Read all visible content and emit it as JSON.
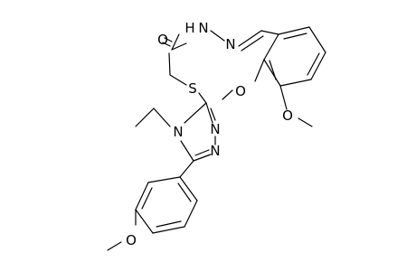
{
  "atoms": {
    "O_carbonyl": "O",
    "NH": "H",
    "N_hydrazide": "N",
    "N_imine": "N",
    "S": "S",
    "N4": "N",
    "N_ring_top": "N",
    "N_ring_bottom": "N",
    "O_aryl_2": "O",
    "O_aryl_3": "O",
    "O_para": "O"
  }
}
